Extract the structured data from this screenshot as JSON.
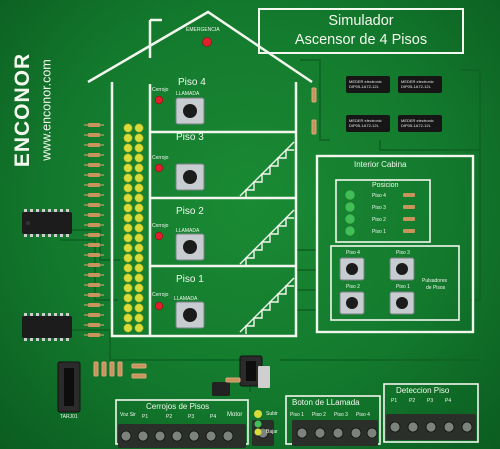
{
  "board": {
    "brand": "ENCONOR",
    "website": "www.enconor.com",
    "title_line1": "Simulador",
    "title_line2": "Ascensor de 4 Pisos"
  },
  "house": {
    "emergency_label": "EMERGENCIA",
    "floors": [
      {
        "name": "Piso 4",
        "lock_label": "Cerrojo",
        "button_label": "LLAMADA"
      },
      {
        "name": "Piso 3",
        "lock_label": "Cerrojo",
        "button_label": ""
      },
      {
        "name": "Piso 2",
        "lock_label": "Cerrojo",
        "button_label": "LLAMADA"
      },
      {
        "name": "Piso 1",
        "lock_label": "Cerrojo",
        "button_label": "LLAMADA"
      }
    ]
  },
  "cabin": {
    "title": "Interior Cabina",
    "position_title": "Posicion",
    "position_leds": [
      "Piso 4",
      "Piso 3",
      "Piso 2",
      "Piso 1"
    ],
    "buttons": [
      "Piso 4",
      "Piso 3",
      "Piso 2",
      "Piso 1"
    ],
    "buttons_caption_line1": "Pulsadores",
    "buttons_caption_line2": "de Pisos"
  },
  "chips": [
    "MEDER electronic DIP05-1A72-12L",
    "MEDER electronic DIP05-1A72-12L",
    "MEDER electronic DIP05-1A72-12L",
    "MEDER electronic DIP05-1A72-12L"
  ],
  "connectors": {
    "locks": {
      "title": "Cerrojos de Pisos",
      "labels": [
        "Voz Sir",
        "P1",
        "P2",
        "P3",
        "P4"
      ],
      "motor_label": "Motor"
    },
    "call_buttons": {
      "title": "Boton de LLamada",
      "labels": [
        "Piso 1",
        "Piso 2",
        "Piso 3",
        "Piso 4"
      ]
    },
    "floor_detection": {
      "title": "Deteccion Piso",
      "labels": [
        "P1",
        "P2",
        "P3",
        "P4"
      ]
    }
  },
  "misc": {
    "bottom_left_label": "TARJ01",
    "bottom_motor_labels": [
      "Subir",
      "Bajar"
    ]
  },
  "colors": {
    "board": "#137a2d",
    "silkscreen": "#f2f7ee",
    "led_yellow": "#d8dc3a",
    "led_red": "#e0202a",
    "led_green": "#3fbf55",
    "terminal": "#2a2f2a"
  }
}
